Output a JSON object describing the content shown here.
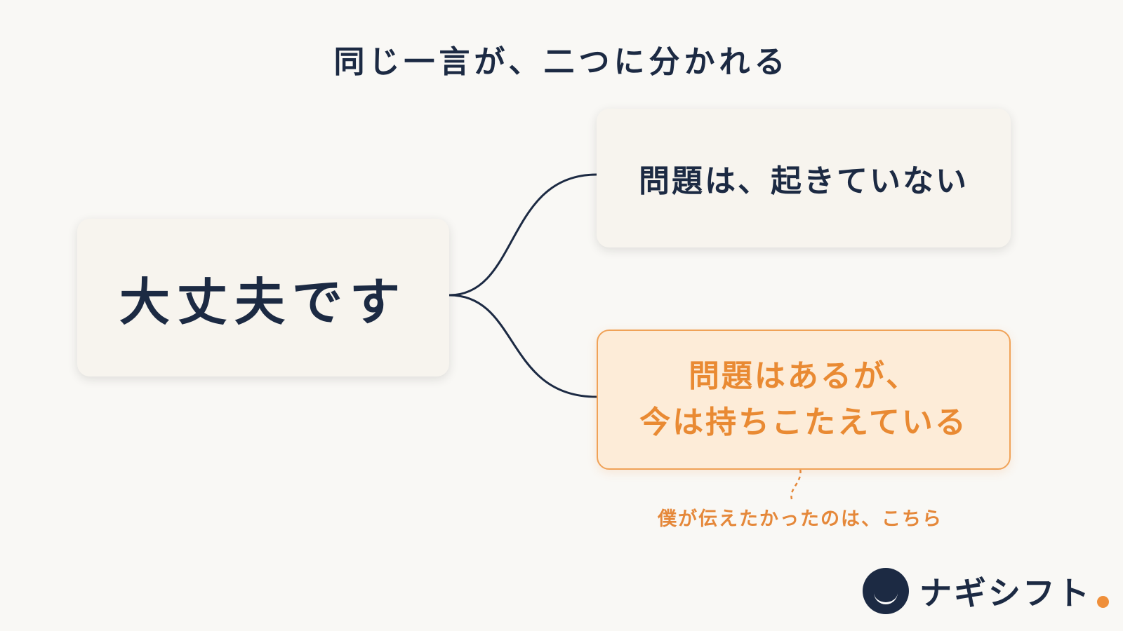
{
  "title": "同じ一言が、二つに分かれる",
  "source_node": {
    "text": "大丈夫です"
  },
  "branches": {
    "upper": {
      "text": "問題は、起きていない"
    },
    "lower": {
      "line1": "問題はあるが、",
      "line2": "今は持ちこたえている"
    }
  },
  "annotation": {
    "text": "僕が伝えたかったのは、こちら"
  },
  "logo": {
    "text": "ナギシフト",
    "icon": "crescent-moon-icon"
  },
  "colors": {
    "background": "#f9f8f5",
    "text_navy": "#1c2a43",
    "accent_orange": "#e98a33",
    "highlight_fill": "#fdecd8",
    "highlight_border": "#f0a257"
  }
}
